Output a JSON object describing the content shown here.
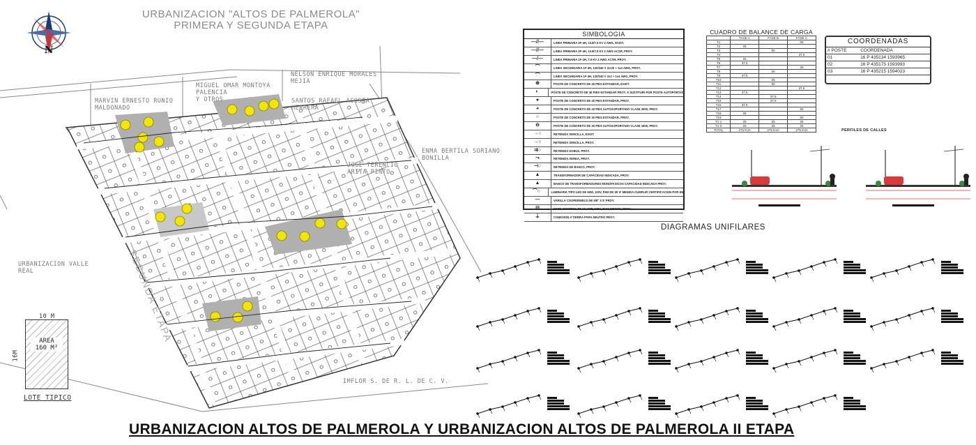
{
  "plan": {
    "title_line1": "URBANIZACION \"ALTOS DE PALMEROLA\"",
    "title_line2": "PRIMERA Y SEGUNDA ETAPA",
    "north_label": "N",
    "owners": {
      "marvin": "MARVIN ERNESTO RUNIO\nMALDONADO",
      "miguel": "MIGUEL OMAR MONTOYA\nPALENCIA\nY OTROS",
      "nelson": "NELSON ENRIQUE MORALES\nMEJIA",
      "santos": "SANTOS RAFAEL ACOSTA\nHERRERA",
      "enma": "ENMA BERTILA SORIANO\nBONILLA",
      "jose": "JOSE TERENCIO\nARITA PINTO",
      "valle": "URBANIZACION VALLE\nREAL",
      "inflor": "IMFLOR S. DE R. L. DE C. V."
    },
    "stage_label": "SEGUNDA ETAPA"
  },
  "lote": {
    "width_label": "10 M",
    "height_label": "16M",
    "area_label": "AREA",
    "area_value": "160 M²",
    "caption": "LOTE TIPICO"
  },
  "simbologia": {
    "title": "SIMBOLOGIA",
    "rows": [
      {
        "icon": "—//—",
        "text": "LINEA PRIMARIA 3F-4H, 13.8/7.9 KV 2 AWG, EXIST."
      },
      {
        "icon": "—//—",
        "text": "LINEA PRIMARIA 3F-4H, 13.8/7.9 KV 2 AWG ACSR, PROY."
      },
      {
        "icon": "—/—",
        "text": "LINEA PRIMARIA 1F-2H, 7.9 KV 2 AWG ACSR, PROY."
      },
      {
        "icon": "⌒",
        "text": "LINEA SECUNDARIA 1F-3H, 120/240 V 2x1/0 + 1x2 AWG, PROY."
      },
      {
        "icon": "⌒",
        "text": "LINEA SECUNDARIA 1F-3H, 120/240 V 2x2 + 1x4 AWG, PROY."
      },
      {
        "icon": "⊕",
        "text": "POSTE DE CONCRETO DE 40 PIES ESTANDAR, EXIST."
      },
      {
        "icon": "◑",
        "text": "POSTE DE CONCRETO DE 40 PIES ESTANDAR PROY. A SUSTITUIR POR POSTE AUTOPORTADO, EXIST."
      },
      {
        "icon": "●",
        "text": "POSTE DE CONCRETO DE 40 PIES ESTANDAR, PROY."
      },
      {
        "icon": "◕",
        "text": "POSTE DE CONCRETO DE 40 PIES AUTOSOPORTADO CLASE 3000, PROY."
      },
      {
        "icon": "○",
        "text": "POSTE DE CONCRETO DE 30 PIES ESTANDAR, PROY."
      },
      {
        "icon": "⊖",
        "text": "POSTE DE CONCRETO DE 30 PIES AUTOSOPORTADO CLASE 1500, PROY."
      },
      {
        "icon": "→○",
        "text": "RETENIDA SENCILLA, EXIST."
      },
      {
        "icon": "→○",
        "text": "RETENIDA SENCILLA, PROY."
      },
      {
        "icon": "⇉○",
        "text": "RETENIDA DOBLE, PROY."
      },
      {
        "icon": "⤳",
        "text": "RETENIDA AEREA, PROY."
      },
      {
        "icon": "⊣○",
        "text": "RETENIDA DE BANCO, PROY."
      },
      {
        "icon": "▲",
        "text": "TRANSFORMADOR DE CAPACIDAD INDICADA, PROY."
      },
      {
        "icon": "▲",
        "text": "BANCO DE TRANSFORMADORES MONOFASICOS CAPACIDAD INDICADA PROY."
      },
      {
        "icon": "⌒○",
        "text": "LUMINARIA TIPO LED DE 60W, 120V, FM3 DE 35' 8' MEDIDA CUMPLIR CERTIFICACION POR ENEE PROY."
      },
      {
        "icon": "—",
        "text": "VARILLA COOPERWELD DE 5/8\" X 8' PROY."
      },
      {
        "icon": "⊟",
        "text": "FOTO CONTROL DE 10 AMP, 120V, GUIA MENOS, PROY."
      },
      {
        "icon": "⏚",
        "text": "CONEXION A TIERRA PARA NEUTRO PROY."
      }
    ]
  },
  "cuadro": {
    "title": "CUADRO DE BALANCE DE CARGA",
    "headers": [
      "",
      "FASE A",
      "FASE B",
      "FASE C"
    ],
    "rows": [
      [
        "T1",
        "",
        "",
        "65"
      ],
      [
        "T2",
        "25",
        "",
        ""
      ],
      [
        "T3",
        "",
        "50",
        ""
      ],
      [
        "T4",
        "",
        "",
        "37.5"
      ],
      [
        "T5",
        "25",
        "",
        ""
      ],
      [
        "T6",
        "37.5",
        "",
        ""
      ],
      [
        "T7",
        "",
        "",
        "25"
      ],
      [
        "T8",
        "",
        "25",
        ""
      ],
      [
        "T9",
        "37.5",
        "",
        ""
      ],
      [
        "T10",
        "",
        "25",
        ""
      ],
      [
        "T11",
        "",
        "50",
        ""
      ],
      [
        "T12",
        "",
        "",
        "37.5"
      ],
      [
        "T13",
        "37.5",
        "",
        ""
      ],
      [
        "T14",
        "",
        "37.5",
        ""
      ],
      [
        "T15",
        "",
        "37.5",
        ""
      ],
      [
        "T16",
        "37.5",
        "",
        ""
      ],
      [
        "T17",
        "",
        "",
        "50"
      ],
      [
        "T18",
        "25",
        "",
        ""
      ],
      [
        "T19",
        "",
        "",
        "50"
      ],
      [
        "T1-1",
        "25",
        "25",
        "25"
      ],
      [
        "T1-2",
        "25",
        "25",
        "25"
      ],
      [
        "TOTAL",
        "275 KVA",
        "275 KVA",
        "275 KVA"
      ]
    ]
  },
  "coordenadas": {
    "title": "COORDENADAS",
    "headers": [
      "# POSTE",
      "COORDENADA"
    ],
    "rows": [
      [
        "01",
        "16 P 435134 1593965"
      ],
      [
        "02",
        "16 P 435175 1593993"
      ],
      [
        "03",
        "16 P 435215 1594023"
      ]
    ]
  },
  "perfiles": {
    "title": "PERFILES DE CALLES"
  },
  "diagramas": {
    "title": "DIAGRAMAS UNIFILARES",
    "count": 19
  },
  "footer": {
    "title": "URBANIZACION ALTOS DE PALMEROLA Y URBANIZACION ALTOS DE PALMEROLA II ETAPA"
  },
  "colors": {
    "lamp": "#f2e600",
    "road_red": "#d83a3a",
    "plan_line": "#555555",
    "dim_grey": "#8a8a8a"
  }
}
